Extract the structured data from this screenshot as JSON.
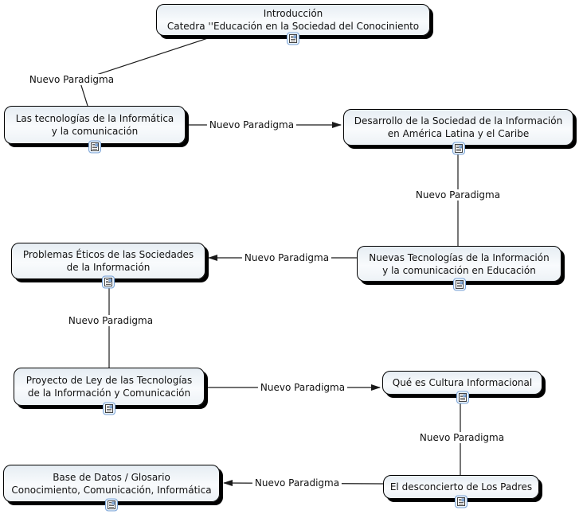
{
  "app": {
    "type": "concept-map-canvas"
  },
  "colors": {
    "canvas_bg": "#ffffff",
    "node_fill_top": "#e6edf3",
    "node_fill_bottom": "#edf2f6",
    "node_border": "#000000",
    "node_shadow": "#000000",
    "connector_line": "#1a1a1a",
    "resource_icon_border": "#78a2d6",
    "resource_icon_bg": "#e9f2fc"
  },
  "nodes": [
    {
      "id": "introduccion",
      "lines": [
        "Introducción",
        "Catedra ''Educación en la Sociedad del Conociniento"
      ],
      "icon": "resource-icon"
    },
    {
      "id": "tecnologias-informatica",
      "lines": [
        "Las tecnologías de la Informática",
        "y la comunicación"
      ],
      "icon": "resource-icon"
    },
    {
      "id": "desarrollo-sociedad",
      "lines": [
        "Desarrollo de la Sociedad de la Información",
        "en América Latina y el Caribe"
      ],
      "icon": "resource-icon"
    },
    {
      "id": "nuevas-tecnologias",
      "lines": [
        "Nuevas Tecnologías de la Información",
        "y la comunicación en Educación"
      ],
      "icon": "resource-icon"
    },
    {
      "id": "problemas-eticos",
      "lines": [
        "Problemas Éticos de las Sociedades",
        "de la Información"
      ],
      "icon": "resource-icon"
    },
    {
      "id": "proyecto-ley",
      "lines": [
        "Proyecto de Ley de las Tecnologías",
        "de la Información y Comunicación"
      ],
      "icon": "resource-icon"
    },
    {
      "id": "cultura-informacional",
      "lines": [
        "Qué es Cultura Informacional"
      ],
      "icon": "resource-icon"
    },
    {
      "id": "desconcierto-padres",
      "lines": [
        "El desconcierto de Los Padres"
      ],
      "icon": "resource-icon"
    },
    {
      "id": "base-datos-glosario",
      "lines": [
        "Base de Datos / Glosario",
        "Conocimiento, Comunicación, Informática"
      ],
      "icon": "resource-icon"
    }
  ],
  "links": [
    {
      "from": "introduccion",
      "to": "tecnologias-informatica",
      "label": "Nuevo Paradigma",
      "arrow": false
    },
    {
      "from": "tecnologias-informatica",
      "to": "desarrollo-sociedad",
      "label": "Nuevo Paradigma",
      "arrow": true
    },
    {
      "from": "desarrollo-sociedad",
      "to": "nuevas-tecnologias",
      "label": "Nuevo Paradigma",
      "arrow": false
    },
    {
      "from": "nuevas-tecnologias",
      "to": "problemas-eticos",
      "label": "Nuevo Paradigma",
      "arrow": true
    },
    {
      "from": "problemas-eticos",
      "to": "proyecto-ley",
      "label": "Nuevo Paradigma",
      "arrow": false
    },
    {
      "from": "proyecto-ley",
      "to": "cultura-informacional",
      "label": "Nuevo Paradigma",
      "arrow": true
    },
    {
      "from": "cultura-informacional",
      "to": "desconcierto-padres",
      "label": "Nuevo Paradigma",
      "arrow": false
    },
    {
      "from": "desconcierto-padres",
      "to": "base-datos-glosario",
      "label": "Nuevo Paradigma",
      "arrow": true
    }
  ]
}
